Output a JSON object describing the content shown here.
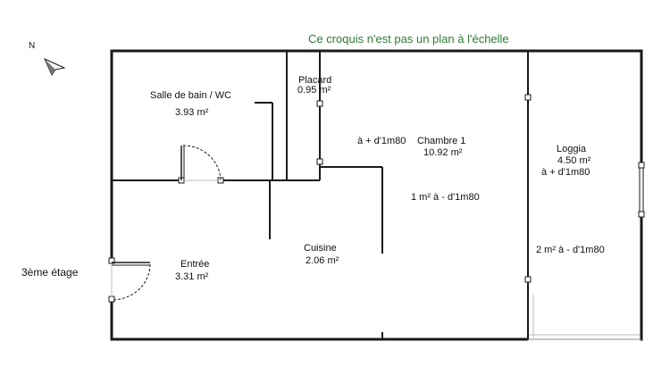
{
  "plan": {
    "note": "Ce croquis n'est pas un plan à l'échelle",
    "note_color": "#2e7d32",
    "north_label": "N",
    "floor_label": "3ème étage",
    "wall_color": "#1a1a1a",
    "rooms": {
      "sdb": {
        "name": "Salle de bain / WC",
        "area": "3.93 m²"
      },
      "placard": {
        "name": "Placard",
        "area": "0.95 m²"
      },
      "chambre": {
        "name": "Chambre 1",
        "area": "10.92 m²",
        "note_high": "à + d'1m80",
        "note_low": "1 m² à - d'1m80"
      },
      "loggia": {
        "name": "Loggia",
        "area": "4.50 m²",
        "note_high": "à + d'1m80",
        "note_low": "2 m² à - d'1m80"
      },
      "cuisine": {
        "name": "Cuisine",
        "area": "2.06 m²"
      },
      "entree": {
        "name": "Entrée",
        "area": "3.31 m²"
      }
    }
  }
}
